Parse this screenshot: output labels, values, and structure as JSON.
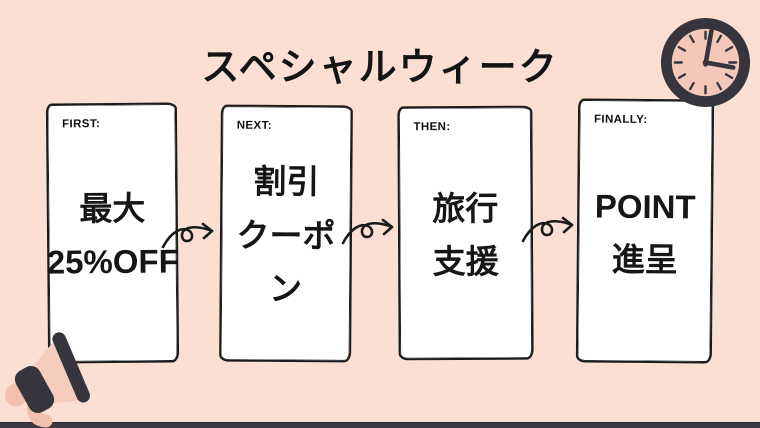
{
  "title": "スペシャルウィーク",
  "steps": [
    {
      "label": "FIRST:",
      "line1": "最大",
      "line2": "25%OFF"
    },
    {
      "label": "NEXT:",
      "line1": "割引",
      "line2": "クーポン"
    },
    {
      "label": "THEN:",
      "line1": "旅行",
      "line2": "支援"
    },
    {
      "label": "FINALLY:",
      "line1": "POINT",
      "line2": "進呈"
    }
  ],
  "icons": {
    "clock": "clock showing approximately 3:00",
    "megaphone": "megaphone pointing up-right",
    "arrows": "curly loop arrows pointing right between steps"
  },
  "colors": {
    "background": "#fcdfd3",
    "card_background": "#ffffff",
    "ink": "#1a1a1a",
    "illustration_dark": "#36353d",
    "clock_face": "#f3c8b8",
    "megaphone_body": "#f6cdbd",
    "megaphone_accent": "#f2c0ad",
    "bottom_bar": "#3d3c44"
  }
}
